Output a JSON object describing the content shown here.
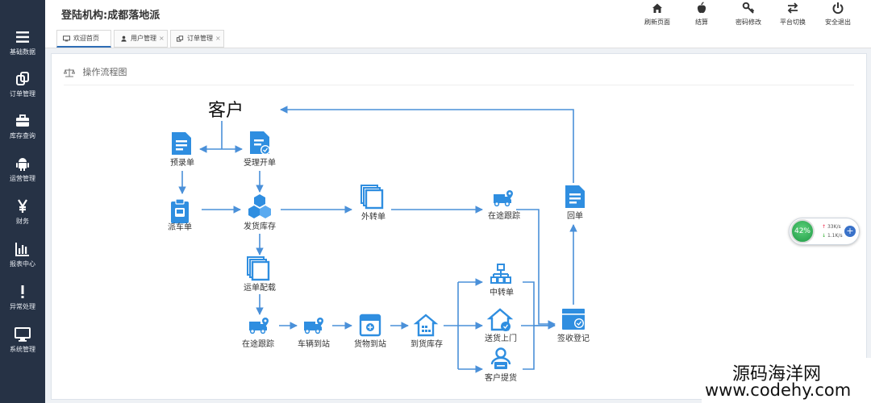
{
  "sidebar": {
    "items": [
      {
        "label": "基础数据",
        "icon": "menu-icon"
      },
      {
        "label": "订单管理",
        "icon": "orders-icon"
      },
      {
        "label": "库存查询",
        "icon": "briefcase-icon"
      },
      {
        "label": "运营管理",
        "icon": "android-icon"
      },
      {
        "label": "财务",
        "icon": "yen-icon"
      },
      {
        "label": "报表中心",
        "icon": "bar-chart-icon"
      },
      {
        "label": "异常处理",
        "icon": "exclamation-icon"
      },
      {
        "label": "系统管理",
        "icon": "monitor-icon"
      }
    ]
  },
  "header": {
    "title": "登陆机构:成都落地派",
    "tabs": [
      {
        "label": "欢迎首页",
        "icon": "desktop-icon",
        "close": ""
      },
      {
        "label": "用户管理",
        "icon": "user-icon",
        "close": "×"
      },
      {
        "label": "订单管理",
        "icon": "copy-icon",
        "close": "×"
      }
    ],
    "tools": [
      {
        "label": "刷新页面",
        "icon": "home-icon"
      },
      {
        "label": "结算",
        "icon": "apple-icon"
      },
      {
        "label": "密码修改",
        "icon": "key-icon"
      },
      {
        "label": "平台切换",
        "icon": "swap-icon"
      },
      {
        "label": "安全退出",
        "icon": "power-icon"
      }
    ]
  },
  "panel": {
    "title": "操作流程图"
  },
  "flow": {
    "customer": "客户",
    "nodes": {
      "pre_order": "预录单",
      "accept_order": "受理开单",
      "dispatch": "派车单",
      "ship_stock": "发货库存",
      "outsource": "外转单",
      "transit_track_top": "在途跟踪",
      "return_receipt": "回单",
      "waybill_load": "运单配载",
      "transit_track": "在途跟踪",
      "vehicle_arrive": "车辆到站",
      "goods_arrive": "货物到站",
      "arrive_stock": "到货库存",
      "transfer": "中转单",
      "home_delivery": "送货上门",
      "customer_pickup": "客户提货",
      "sign_register": "签收登记"
    }
  },
  "speed_widget": {
    "percent": "42%",
    "up": "33K/s",
    "down": "1.1K/s",
    "add": "+"
  },
  "watermark": {
    "line1": "源码海洋网",
    "line2": "www.codehy.com"
  },
  "colors": {
    "sidebar": "#263245",
    "accent": "#2f8ee0",
    "line": "#4a90d9"
  }
}
